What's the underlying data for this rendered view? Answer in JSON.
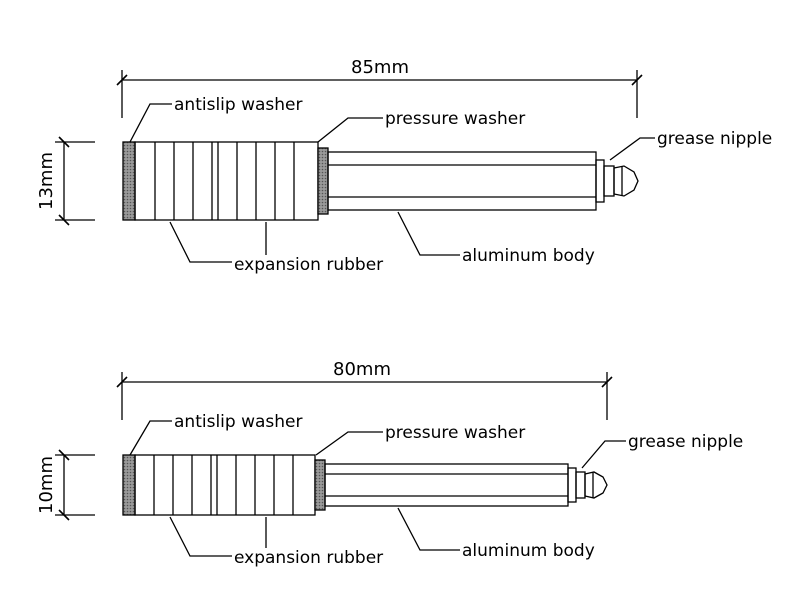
{
  "diagrams": [
    {
      "length_label": "85mm",
      "diameter_label": "13mm",
      "labels": {
        "antislip_washer": "antislip washer",
        "pressure_washer": "pressure washer",
        "grease_nipple": "grease nipple",
        "expansion_rubber": "expansion rubber",
        "aluminum_body": "aluminum body"
      }
    },
    {
      "length_label": "80mm",
      "diameter_label": "10mm",
      "labels": {
        "antislip_washer": "antislip washer",
        "pressure_washer": "pressure washer",
        "grease_nipple": "grease nipple",
        "expansion_rubber": "expansion rubber",
        "aluminum_body": "aluminum body"
      }
    }
  ],
  "colors": {
    "line": "#000000",
    "washer_fill": "#8a8a8a",
    "background": "#ffffff"
  }
}
